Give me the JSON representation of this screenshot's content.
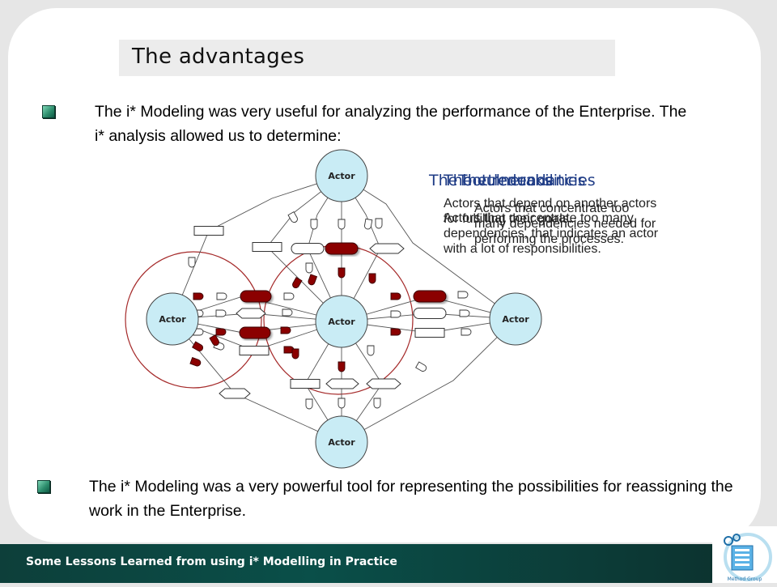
{
  "title": "The advantages",
  "bullets": [
    "The i* Modeling was very useful for analyzing the performance of the Enterprise. The i* analysis allowed us to determine:",
    "The i* Modeling was a very powerful tool for representing the possibilities for reassigning the work in the Enterprise."
  ],
  "diagram": {
    "actor_label": "Actor"
  },
  "overlays": [
    {
      "heading": "The vulnerabilities",
      "body": "Actors that depend on another actors for fulfilling their goals."
    },
    {
      "heading": "The bottlenecks",
      "body": "Actors that concentrate too many dependencies, that indicates an actor with a lot of responsibilities."
    },
    {
      "heading": "The redundancies",
      "body": "Actors that concentrate too many dependencies needed for performing the processes."
    }
  ],
  "footer": "Some Lessons Learned from using i* Modelling in Practice",
  "logo": {
    "text": "Method Group"
  },
  "colors": {
    "accent_dark_red": "#8b0000",
    "actor_fill": "#c9ecf5",
    "footer_bg": "#0d3f3a",
    "heading_blue": "#1f3c86",
    "boundary_red": "#a52a2a"
  }
}
